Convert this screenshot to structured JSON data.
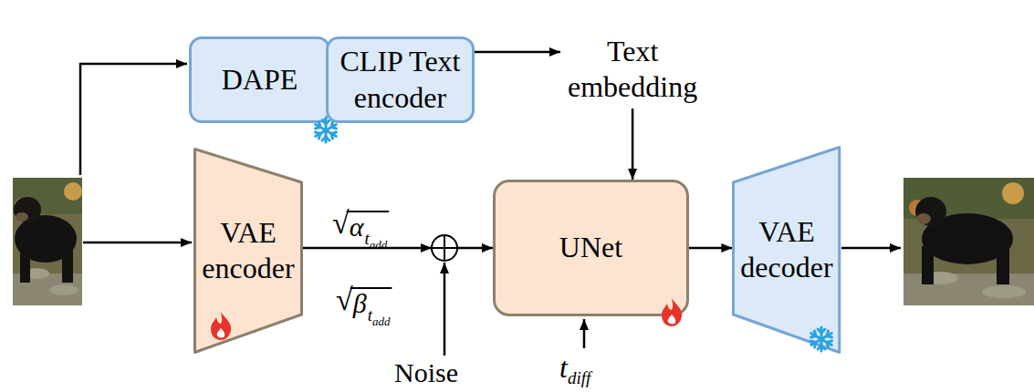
{
  "diagram": {
    "nodes": [
      {
        "text": [
          "DAPE"
        ]
      },
      {
        "text": [
          "CLIP Text encoder"
        ]
      },
      {
        "text": [
          "Text embedding"
        ]
      },
      {
        "text": [
          "VAE encoder"
        ]
      },
      {
        "text": [
          "UNet"
        ]
      },
      {
        "text": [
          "VAE decoder"
        ]
      }
    ],
    "edges": [
      {
        "from": 1,
        "to": 2,
        "arrow": "to"
      },
      {
        "from": 2,
        "to": 4,
        "arrow": "to"
      },
      {
        "from": 3,
        "to": 4,
        "arrow": "to"
      },
      {
        "from": 4,
        "to": 5,
        "arrow": "to"
      }
    ],
    "labels": [
      "√",
      "α",
      "t",
      "add",
      "√",
      "β",
      "t",
      "add",
      "Noise",
      "t",
      "diff"
    ]
  }
}
